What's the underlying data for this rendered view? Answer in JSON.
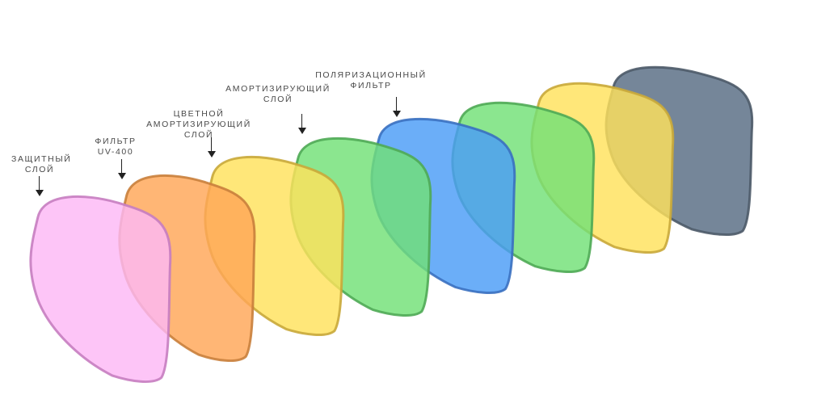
{
  "layers": [
    {
      "id": "protective",
      "color": "#fdb8f5",
      "edge": "#c77dc0",
      "label_lines": [
        "ЗАЩИТНЫЙ",
        "СЛОЙ"
      ]
    },
    {
      "id": "uv400",
      "color": "#ffa657",
      "edge": "#c9803c",
      "label_lines": [
        "ФИЛЬТР",
        "UV-400"
      ]
    },
    {
      "id": "color-shock",
      "color": "#ffe25c",
      "edge": "#c9a93a",
      "label_lines": [
        "ЦВЕТНОЙ",
        "АМОРТИЗИРУЮЩИЙ",
        "СЛОЙ"
      ]
    },
    {
      "id": "shock",
      "color": "#72e176",
      "edge": "#4faa55",
      "label_lines": [
        "АМОРТИЗИРУЮЩИЙ",
        "СЛОЙ"
      ]
    },
    {
      "id": "polarized",
      "color": "#4a9cf7",
      "edge": "#3a70c0",
      "label_lines": [
        "ПОЛЯРИЗАЦИОННЫЙ",
        "ФИЛЬТР"
      ]
    },
    {
      "id": "green2",
      "color": "#72e176",
      "edge": "#4faa55",
      "label_lines": []
    },
    {
      "id": "yellow2",
      "color": "#ffe25c",
      "edge": "#c9a93a",
      "label_lines": []
    },
    {
      "id": "gray",
      "color": "#6e7f93",
      "edge": "#4d5a68",
      "label_lines": []
    }
  ]
}
